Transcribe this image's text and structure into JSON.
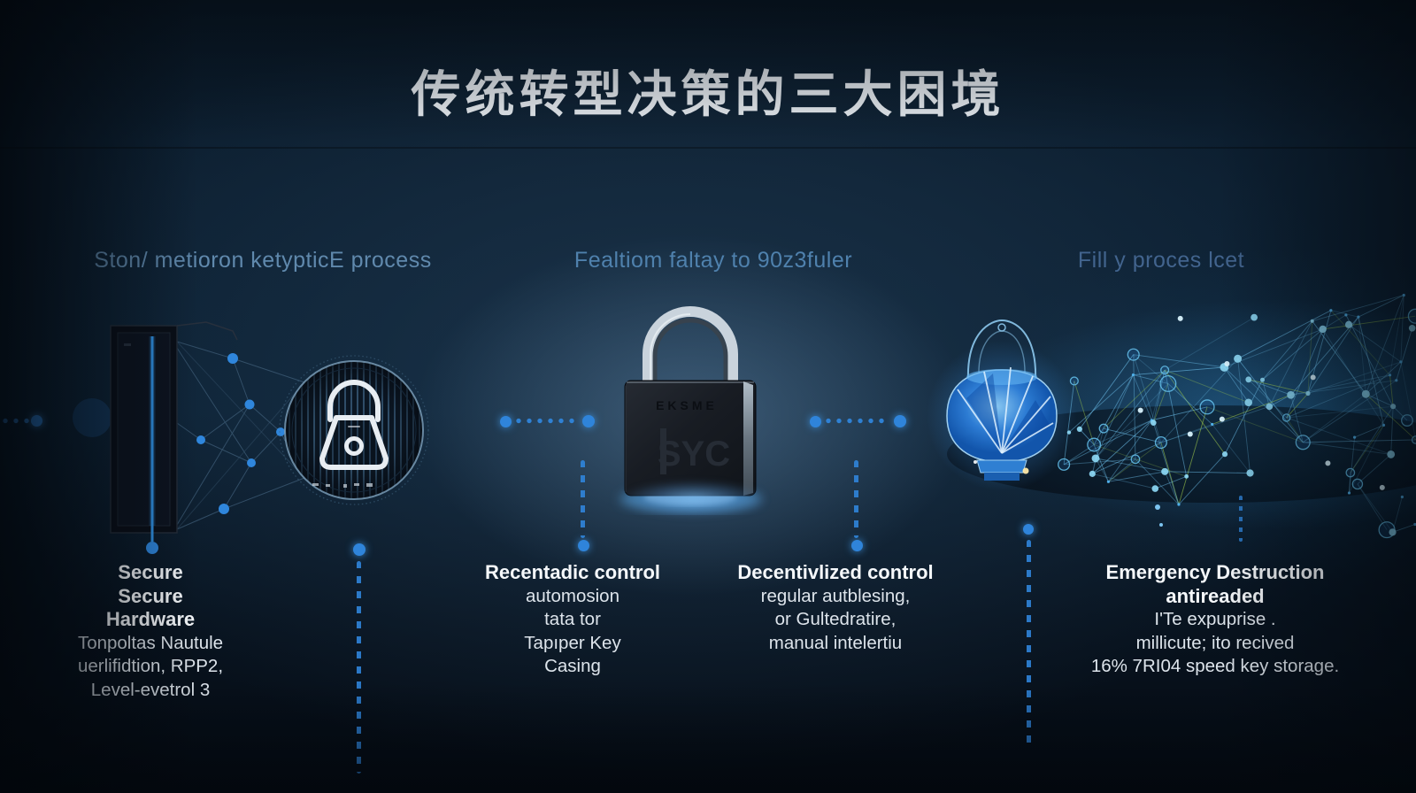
{
  "title": "传统转型决策的三大困境",
  "section_headers": {
    "left": "Ston/ metioron ketypticE process",
    "center": "Fealtiom faltay to 90z3fuler",
    "right": "Fill y proces lcet"
  },
  "captions": {
    "left": {
      "bold": [
        "Secure",
        "Secure",
        "Hardware"
      ],
      "regular": [
        "Tonpoltas Nautule",
        "uerlifidtion, RPP2,",
        "Level-evetrol 3"
      ]
    },
    "center_left": {
      "bold": [
        "Recentadic control"
      ],
      "regular": [
        "automosion",
        "tata tor",
        "Tapıper Key",
        "Casing"
      ]
    },
    "center_right": {
      "bold": [
        "Decentivlized control"
      ],
      "regular": [
        "regular autblesing,",
        "or Gultedratire,",
        "manual intelertiu"
      ]
    },
    "right": {
      "bold": [
        "Emergency Destruction",
        "antireaded"
      ],
      "regular": [
        "I'Te expuprise .",
        "millicute; ito recived",
        "16% 7RI04 speed key storage."
      ]
    }
  },
  "padlock_engraving": {
    "top": "EKSME",
    "center": "SYC"
  },
  "colors": {
    "accent_blue": "#2f84da",
    "glow_cyan": "#63c8f2",
    "title_text": "#eef3f8",
    "header_text_left": "#6089ad",
    "header_text_center": "#4f81ad",
    "header_text_right": "#42648e"
  }
}
